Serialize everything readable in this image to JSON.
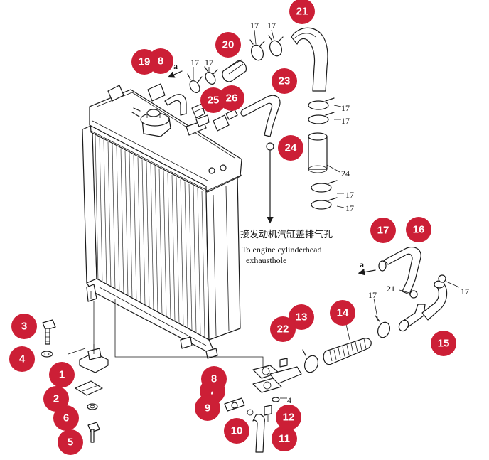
{
  "callouts": [
    "1",
    "2",
    "3",
    "4",
    "5",
    "6",
    "7",
    "8",
    "9",
    "10",
    "11",
    "12",
    "13",
    "14",
    "15",
    "16",
    "17",
    "19",
    "20",
    "21",
    "22",
    "23",
    "24",
    "25",
    "26"
  ],
  "tags": {
    "t17": "17",
    "t21": "21",
    "t24": "24",
    "t4": "4",
    "ta": "a"
  },
  "notes": {
    "zh": "接发动机汽缸盖排气孔",
    "en1": "To engine cylinderhead",
    "en2": "exhausthole"
  },
  "colors": {
    "callout": "#cc1f36",
    "line": "#1a1a1a",
    "background": "#ffffff"
  }
}
